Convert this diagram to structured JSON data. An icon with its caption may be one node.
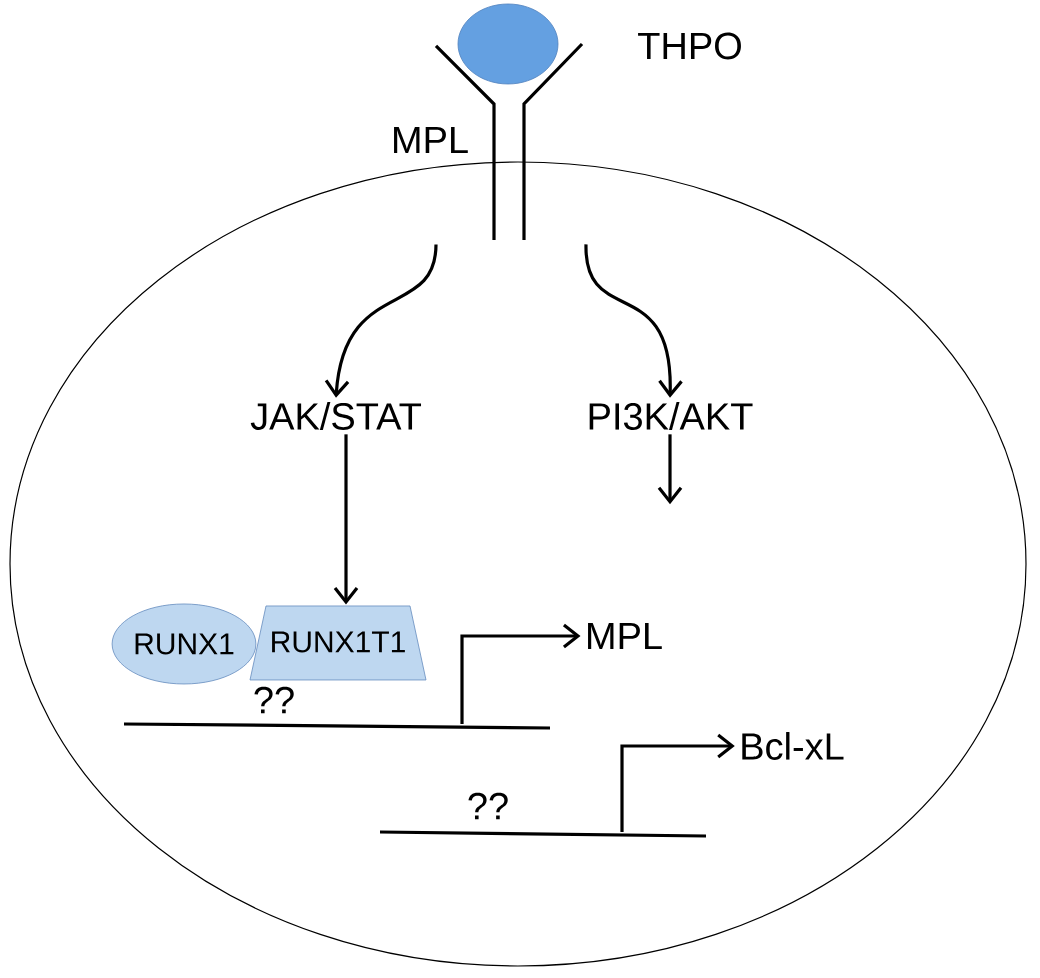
{
  "diagram": {
    "nodes": [
      {
        "text": [],
        "shape": "ellipse"
      },
      {
        "text": [],
        "shape": "circle",
        "beside": [
          "THPO"
        ]
      },
      {
        "text": [],
        "shape": "receptor",
        "beside": [
          "MPL"
        ]
      },
      {
        "text": [
          "JAK/STAT"
        ],
        "in": 0
      },
      {
        "text": [
          "PI3K/AKT"
        ],
        "in": 0
      },
      {
        "text": [
          "RUNX1"
        ],
        "in": 0
      },
      {
        "text": [
          "RUNX1T1"
        ],
        "in": 0
      },
      {
        "text": [
          "MPL"
        ],
        "in": 0
      },
      {
        "text": [
          "Bcl-xL"
        ],
        "in": 0
      }
    ],
    "edges": [
      {
        "from": 2,
        "to": 3,
        "arrow": "to"
      },
      {
        "from": 2,
        "to": 4,
        "arrow": "to"
      },
      {
        "from": 3,
        "to": 6,
        "arrow": "to"
      },
      {
        "from": 4,
        "to": null,
        "arrow": "to"
      },
      {
        "from": null,
        "to": 7,
        "arrow": "to"
      },
      {
        "from": null,
        "to": 8,
        "arrow": "to"
      }
    ],
    "labels": [
      "??",
      "??"
    ]
  }
}
